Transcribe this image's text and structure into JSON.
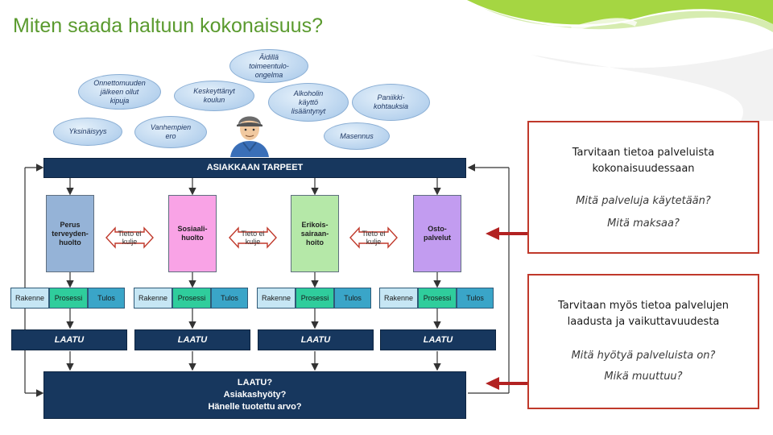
{
  "title": "Miten saada haltuun kokonaisuus?",
  "thoughts": {
    "t1": [
      "Onnettomuuden",
      "jälkeen ollut",
      "kipuja"
    ],
    "t2": [
      "Äidillä",
      "toimeentulo-",
      "ongelma"
    ],
    "t3": [
      "Keskeyttänyt",
      "koulun"
    ],
    "t4": [
      "Alkoholin",
      "käyttö",
      "lisääntynyt"
    ],
    "t5": [
      "Paniikki-",
      "kohtauksia"
    ],
    "t6": [
      "Yksinäisyys"
    ],
    "t7": [
      "Vanhempien",
      "ero"
    ],
    "t8": [
      "Masennus"
    ]
  },
  "needs_bar": "ASIAKKAAN TARPEET",
  "services": [
    {
      "lines": [
        "Perus",
        "terveyden-",
        "huolto"
      ],
      "color": "#95b3d7"
    },
    {
      "lines": [
        "Sosiaali-",
        "huolto"
      ],
      "color": "#f9a3e6"
    },
    {
      "lines": [
        "Erikois-",
        "sairaan-",
        "hoito"
      ],
      "color": "#b5e8a8"
    },
    {
      "lines": [
        "Osto-",
        "palvelut"
      ],
      "color": "#c29cf0"
    }
  ],
  "tieto_ei_kulje": [
    "Tieto ei",
    "kulje"
  ],
  "rpt": {
    "rakenne": "Rakenne",
    "prosessi": "Prosessi",
    "tulos": "Tulos"
  },
  "laatu": "LAATU",
  "final_lines": [
    "LAATU?",
    "Asiakashyöty?",
    "Hänelle tuotettu arvo?"
  ],
  "panel_top": {
    "head": [
      "Tarvitaan tietoa palveluista",
      "kokonaisuudessaan"
    ],
    "questions": [
      "Mitä palveluja käytetään?",
      "Mitä maksaa?"
    ]
  },
  "panel_bottom": {
    "head": [
      "Tarvitaan myös tietoa palvelujen",
      "laadusta ja vaikuttavuudesta"
    ],
    "questions": [
      "Mitä hyötyä palveluista on?",
      "Mikä muuttuu?"
    ]
  },
  "colors": {
    "title": "#5a9a2e",
    "navy": "#17375e",
    "panel_border": "#c0392b",
    "arrow_red": "#b22222",
    "deco_green": "#9bd12e"
  }
}
